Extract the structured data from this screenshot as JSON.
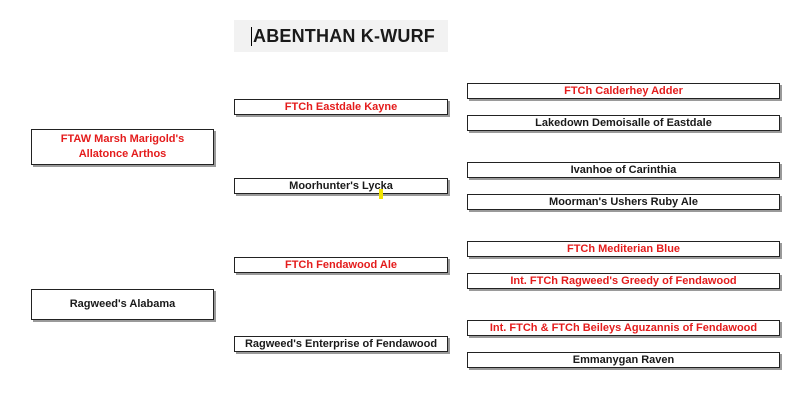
{
  "title": "ABENTHAN K-WURF",
  "colors": {
    "red": "#e41c1c",
    "black": "#1a1a1a"
  },
  "generation1": {
    "sire": "FTAW Marsh Marigold's Allatonce Arthos",
    "dam": "Ragweed's Alabama"
  },
  "generation2": {
    "sire_sire": "FTCh Eastdale Kayne",
    "sire_dam": "Moorhunter's Lycka",
    "dam_sire": "FTCh Fendawood Ale",
    "dam_dam": "Ragweed's Enterprise of Fendawood"
  },
  "generation3": {
    "ss_sire": "FTCh Calderhey Adder",
    "ss_dam": "Lakedown Demoisalle of Eastdale",
    "sd_sire": "Ivanhoe of Carinthia",
    "sd_dam": "Moorman's Ushers Ruby Ale",
    "ds_sire": "FTCh Mediterian Blue",
    "ds_dam": "Int. FTCh Ragweed's Greedy of Fendawood",
    "dd_sire": "Int. FTCh & FTCh Beileys Aguzannis of Fendawood",
    "dd_dam": "Emmanygan Raven"
  }
}
